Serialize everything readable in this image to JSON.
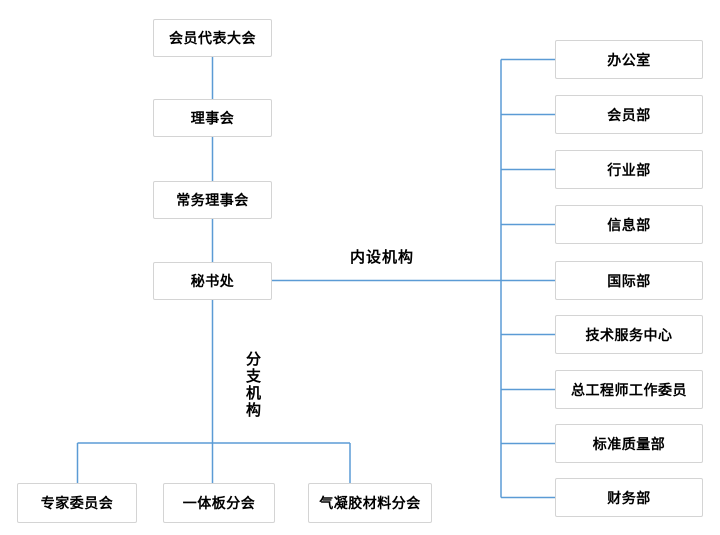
{
  "org_chart": {
    "chain": [
      "会员代表大会",
      "理事会",
      "常务理事会",
      "秘书处"
    ],
    "internal_label": "内设机构",
    "branch_label": "分支机构",
    "internal_departments": [
      "办公室",
      "会员部",
      "行业部",
      "信息部",
      "国际部",
      "技术服务中心",
      "总工程师工作委员",
      "标准质量部",
      "财务部"
    ],
    "branches": [
      "专家委员会",
      "一体板分会",
      "气凝胶材料分会"
    ],
    "colors": {
      "connector_line": "#5b9bd5",
      "box_border": "#d4d4d4",
      "box_background": "#ffffff",
      "text": "#000000",
      "page_background": "#ffffff"
    }
  }
}
